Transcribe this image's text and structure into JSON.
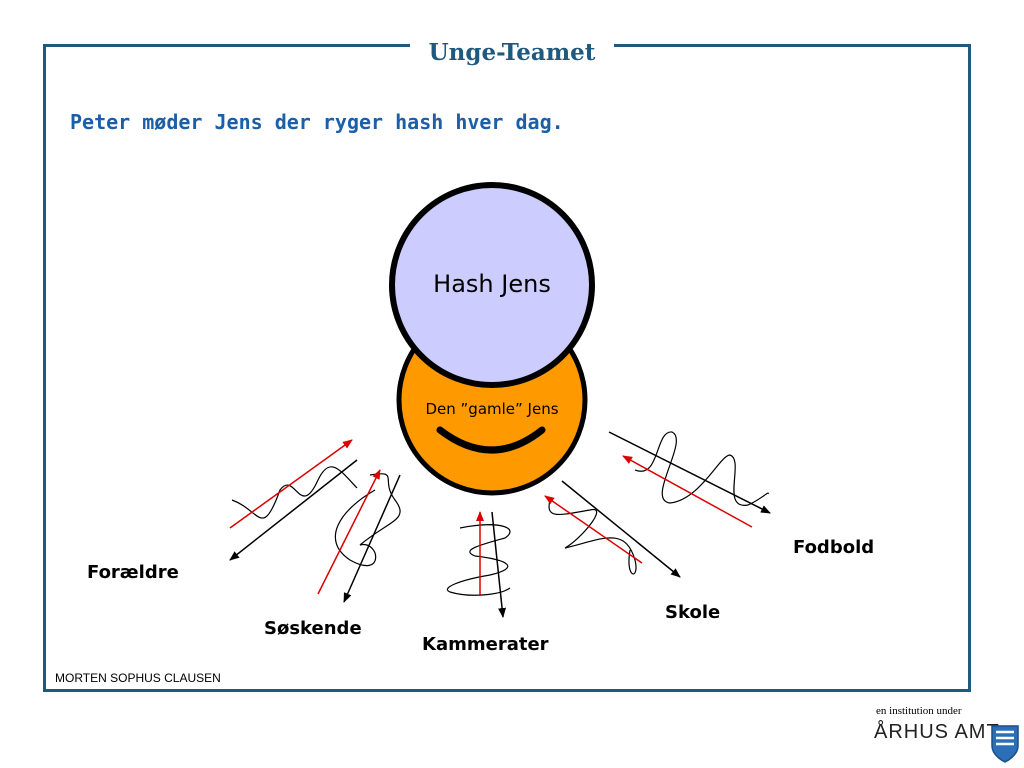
{
  "slide": {
    "title": "Unge-Teamet",
    "subtitle": "Peter møder Jens der ryger hash hver dag."
  },
  "diagram": {
    "top_circle": {
      "label": "Hash Jens",
      "fill": "#ccccff"
    },
    "bottom_circle": {
      "label": "Den ”gamle” Jens",
      "fill": "#ff9900"
    },
    "influences": [
      "Forældre",
      "Søskende",
      "Kammerater",
      "Skole",
      "Fodbold"
    ],
    "colors": {
      "outline": "#000000",
      "red_arrow": "#dd0000",
      "frame": "#1f5a7e",
      "subtitle": "#1a5fa8"
    }
  },
  "footer": {
    "author": "MORTEN SOPHUS CLAUSEN",
    "institution_note": "en institution under",
    "logo_text": "ÅRHUS AMT",
    "logo_icon": "shield-icon"
  }
}
